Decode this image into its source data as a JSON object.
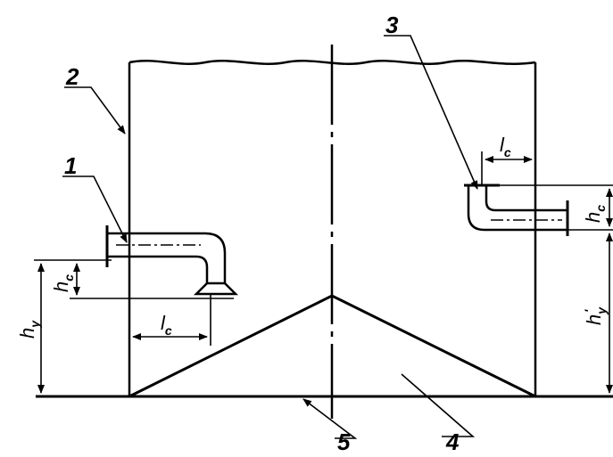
{
  "labels": {
    "pipe_1": "1",
    "wall_2": "2",
    "pipe_3": "3",
    "cone_4": "4",
    "base_5": "5"
  },
  "dimensions": {
    "h_y": {
      "main": "h",
      "sub": "y"
    },
    "h_c_left": {
      "main": "h",
      "sub": "c"
    },
    "l_c_left": {
      "main": "l",
      "sub": "c"
    },
    "l_c_right": {
      "main": "l",
      "sub": "c"
    },
    "h_c_right": {
      "main": "h",
      "sub": "c"
    },
    "h_y_prime": {
      "main": "h",
      "sub": "y",
      "prime": "'"
    }
  }
}
